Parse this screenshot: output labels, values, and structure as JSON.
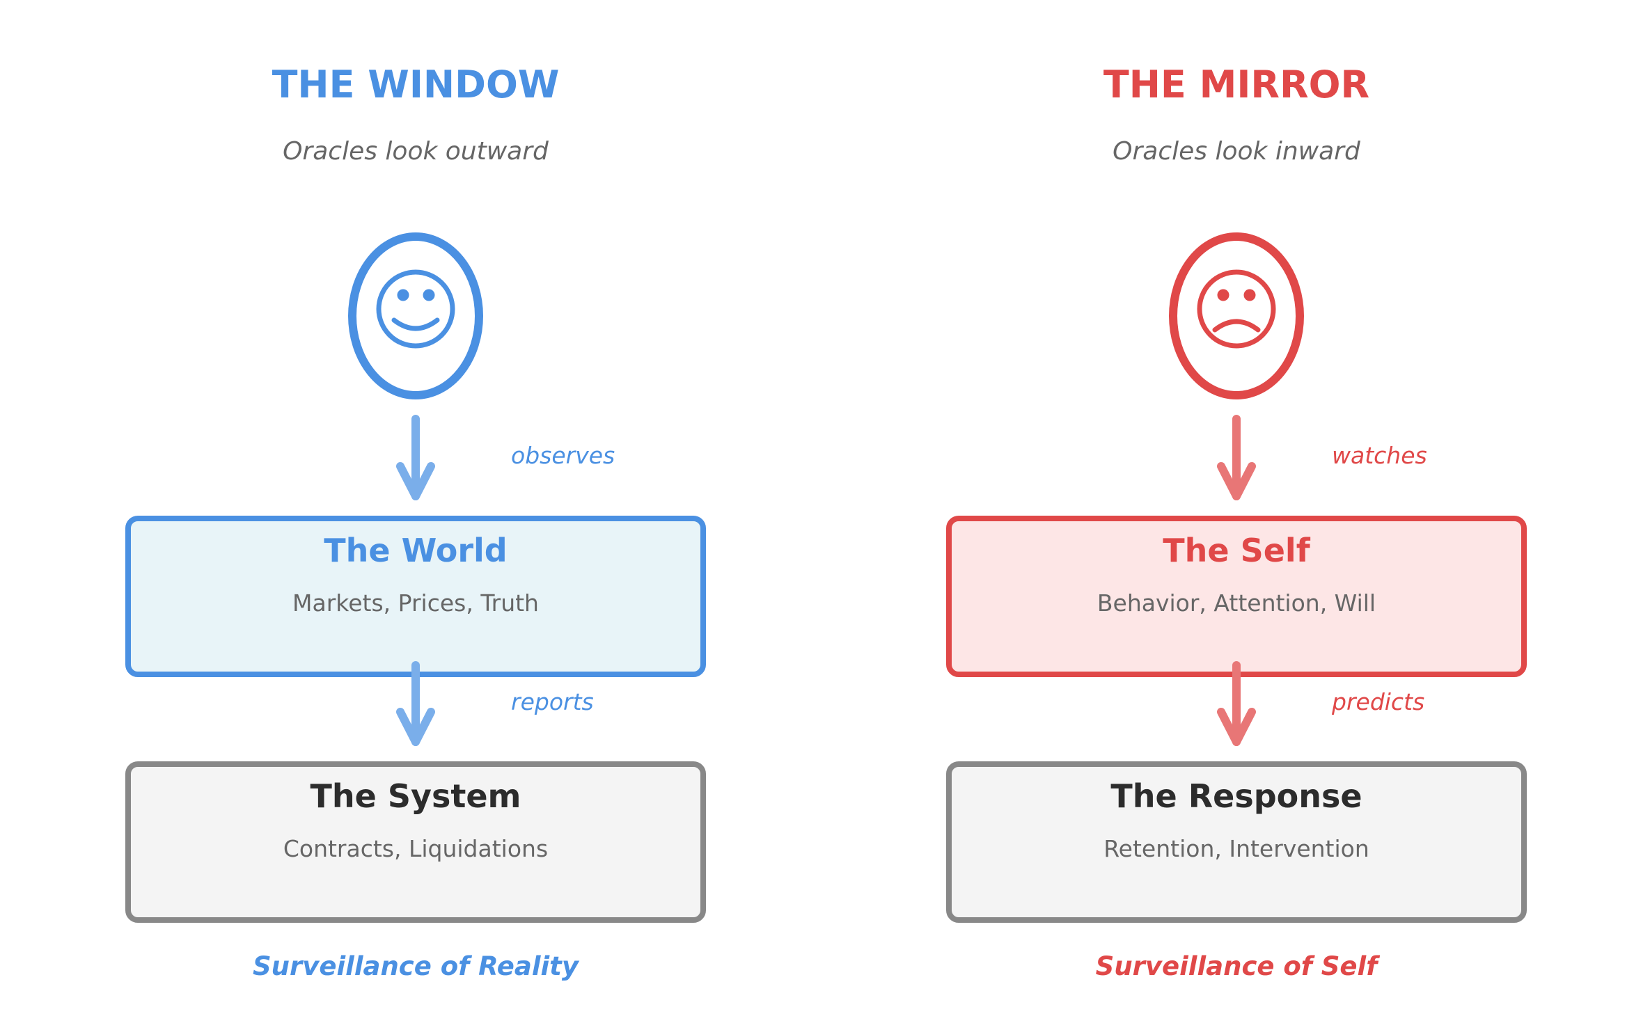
{
  "colors": {
    "window_accent": "#4a90e2",
    "window_box_fill": "#e8f4f8",
    "window_arrow": "#7aaeea",
    "mirror_accent": "#e04848",
    "mirror_box_fill": "#fde6e6",
    "mirror_arrow": "#e87676",
    "neutral_border": "#888888",
    "neutral_fill": "#f4f4f4",
    "dark_text": "#2c2c2c",
    "muted_text": "#666666",
    "background": "#ffffff"
  },
  "panels": [
    {
      "title": "THE WINDOW",
      "subtitle": "Oracles look outward",
      "face_icon": "smiley-face-icon",
      "arrow1_label": "observes",
      "box1_title": "The World",
      "box1_subtitle": "Markets, Prices, Truth",
      "arrow2_label": "reports",
      "box2_title": "The System",
      "box2_subtitle": "Contracts, Liquidations",
      "footer": "Surveillance of Reality"
    },
    {
      "title": "THE MIRROR",
      "subtitle": "Oracles look inward",
      "face_icon": "frowning-face-icon",
      "arrow1_label": "watches",
      "box1_title": "The Self",
      "box1_subtitle": "Behavior, Attention, Will",
      "arrow2_label": "predicts",
      "box2_title": "The Response",
      "box2_subtitle": "Retention, Intervention",
      "footer": "Surveillance of Self"
    }
  ]
}
